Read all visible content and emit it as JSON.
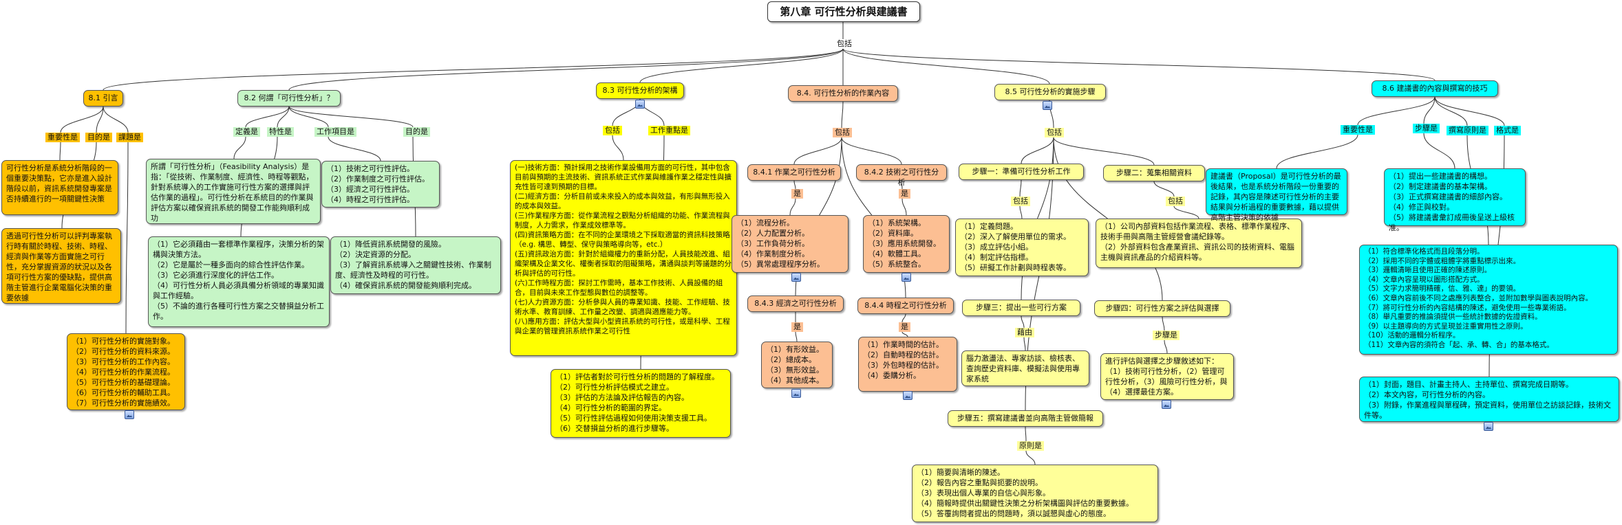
{
  "root": "第八章 可行性分析與建議書",
  "root_link": "包括",
  "branches": {
    "b1": {
      "title": "8.1 引言",
      "labels": [
        "重要性是",
        "目的是",
        "課題是"
      ],
      "n1": "可行性分析是系統分析階段的一個重要決策點，它亦是進入設計階段以前，資訊系統開發專案是否持續進行的一項關鍵性決策",
      "n2": "透過可行性分析可以評判專案執行時有關於時程、技術、時程、經濟與作業等方面實施之可行性，充分掌握資源的狀況以及各項可行性方案的優缺點，提供高階主管進行企業電腦化決策的重要依據",
      "n3": "（1）可行性分析的實施對象。\n（2）可行性分析的資料來源。\n（3）可行性分析的工作內容。\n（4）可行性分析的作業流程。\n（5）可行性分析的基礎理論。\n（6）可行性分析的輔助工具。\n（7）可行性分析的實施績效。"
    },
    "b2": {
      "title": "8.2 何謂「可行性分析」？",
      "labels": [
        "定義是",
        "特性是",
        "工作項目是",
        "目的是"
      ],
      "def": "所謂「可行性分析」（Feasibility Analysis）是指：「從技術、作業制度、經濟性、時程等觀點，針對系統導入的工作實施可行性方案的選擇與評估作業的過程」。可行性分析在系統目的的作業與評估方案以確保資訊系統的開發工作能夠順利成功",
      "trait": "（1）它必須藉由一套標準作業程序，決策分析的架構與決策方法。\n（2）它是屬於一種多面向的綜合性評估作業。\n（3）它必須進行深度化的評估工作。\n（4）可行性分析人員必須具備分析領域的專業知識與工作經驗。\n（5）不論的進行各種可行性方案之交替損益分析工作。",
      "items": "（1）技術之可行性評估。\n（2）作業制度之可行性評估。\n（3）經濟之可行性評估。\n（4）時程之可行性評估。",
      "purpose": "（1）降低資訊系統開發的風險。\n（2）決定資源的分配。\n（3）了解資訊系統導入之關鍵性技術、作業制度、經濟性及時程的可行性。\n（4）確保資訊系統的開發能夠順利完成。"
    },
    "b3": {
      "title": "8.3 可行性分析的架構",
      "labels": [
        "包括",
        "工作重點是"
      ],
      "main": "(一)技術方面：預計採用之技術作業設備用方面的可行性，其中包含目前與預期的主流技術、資訊系統正式作業與維護作業之穩定性與擴充性皆可達到預期的目標。\n(二)經濟方面：分析目前或未來投入的成本與效益，有形與無形投入的成本與效益。\n(三)作業程序方面：從作業流程之觀點分析組織的功能、作業流程與制度，人力需求，作業成效標準等。\n(四)資訊策略方面：在不同的企業環境之下採取適當的資訊科技策略（e.g. 構思、轉型、保守與策略導向等，etc.）\n(五)資訊政治方面：針對於組織權力的重新分配，人員技能改進、組織架構及企業文化、權衡者採取的阻礙策略，溝通與談判等議題的分析與評估的可行性。\n(六)工作時程方面：探討工作需時，基本工作技術、人員設備的組合，目前與未來工作型態與數位的調整等。\n(七)人力資源方面：分析參與人員的專業知識、技能、工作經驗、技術水準、教育訓練、工作量之改變、調適與適應能力等。\n(八)應用方面：評估大型與小型資訊系統的可行性，或是科學、工程與企業的管理資訊系統作業之可行性",
      "focus": "（1）評估者對於可行性分析的問題的了解程度。\n（2）可行性分析評估模式之建立。\n（3）評估的方法論及評估報告的內容。\n（4）可行性分析的範圍的界定。\n（5）可行性評估過程如何使用決策支援工具。\n（6）交替損益分析的進行步驟等。"
    },
    "b4": {
      "title": "8.4. 可行性分析的作業內容",
      "link": "包括",
      "s1": "8.4.1 作業之可行性分析",
      "s2": "8.4.2 技術之可行性分析",
      "s3": "8.4.3 經濟之可行性分析",
      "s4": "8.4.4 時程之可行性分析",
      "is": "是",
      "l1": "（1）流程分析。\n（2）人力配置分析。\n（3）工作負荷分析。\n（4）作業制度分析。\n（5）異常處理程序分析。",
      "l2": "（1）系統架構。\n（2）資料庫。\n（3）應用系統開發。\n（4）軟體工具。\n（5）系統整合。",
      "l3": "（1）有形效益。\n（2）總成本。\n（3）無形效益。\n（4）其他成本。",
      "l4": "（1）作業時間的估計。\n（2）自動時程的估計。\n（3）外包時程的估計。\n（4）委購分析。"
    },
    "b5": {
      "title": "8.5 可行性分析的實施步驟",
      "link": "包括",
      "step1": "步驟一：準備可行性分析工作",
      "step1_link": "包括",
      "step1_list": "（1）定義問題。\n（2）深入了解使用單位的需求。\n（3）成立評估小組。\n（4）制定評估指標。\n（5）研擬工作計劃與時程表等。",
      "step2": "步驟二：蒐集相關資料",
      "step2_link": "包括",
      "step2_list": "（1）公司內部資料包括作業流程、表格、標準作業程序、技術手冊與高階主管經營會議紀錄等。\n（2）外部資料包含產業資訊、資訊公司的技術資料、電腦主機與資訊產品的介紹資料等。",
      "step3": "步驟三：提出一些可行方案",
      "step3_link": "藉由",
      "step3_text": "腦力激盪法、專家訪談、檢核表、查詢歷史資料庫、模擬法與使用專家系統",
      "step4": "步驟四：可行性方案之評估與選擇",
      "step4_link": "步驟是",
      "step4_text": "進行評估與選擇之步驟敘述如下：（1）技術可行性分析，（2）管理可行性分析，（3）風險可行性分析，與（4）選擇最佳方案。",
      "step5": "步驟五：撰寫建議書並向高階主管做簡報",
      "step5_link": "原則是",
      "step5_list": "（1）簡要與清晰的陳述。\n（2）報告內容之重點與扼要的說明。\n（3）表現出個人專業的自信心與形象。\n（4）簡報時提供出關鍵性決策之分析架構圖與評估的重要數據。\n（5）答覆詢問者提出的問題時，須以誠懇與虛心的態度。"
    },
    "b6": {
      "title": "8.6 建議書的內容與撰寫的技巧",
      "labels": [
        "重要性是",
        "步驟是",
        "撰寫原則是",
        "格式是"
      ],
      "importance": "建議書（Proposal）是可行性分析的最後結果，也是系統分析階段一份重要的記錄，其內容是陳述可行性分析的主要結果與分析過程的重要數據，藉以提供高階主管決策的依據",
      "steps": "（1）提出一些建議書的構想。\n（2）制定建議書的基本架構。\n（3）正式撰寫建議書的細部內容。\n（4）修正與校對。\n（5）將建議書彙訂成冊後呈送上級核准。",
      "principles": "（1）符合標準化格式而且段落分明。\n（2）採用不同的字體或粗體字將重點標示出來。\n（3）邏輯清晰且使用正確的陳述原則。\n（4）文章內容呈現以圖形搭配方式。\n（5）文字力求簡明精確，信、雅、達」的要領。\n（6）文章內容前後不同之處應列表整合，並附加數學與圖表說明內容。\n（7）將可行性分析的內容結構的陳述，避免使用一些專業術語。\n（8）舉凡重要的推論須提供一些統計數據的佐證資料。\n（9）以主題導向的方式呈現並注重實用性之原則。\n（10）活動的邏輯分析程序。\n（11）文章內容的須符合「起、承、轉、合」的基本格式。",
      "format": "（1）封面，題目、計畫主持人、主持單位、撰寫完成日期等。\n（2）本文內容，可行性分析的內容。\n（3）附錄，作業進程與單程碑，預定資料，使用單位之訪談記錄，技術文件等。"
    }
  }
}
